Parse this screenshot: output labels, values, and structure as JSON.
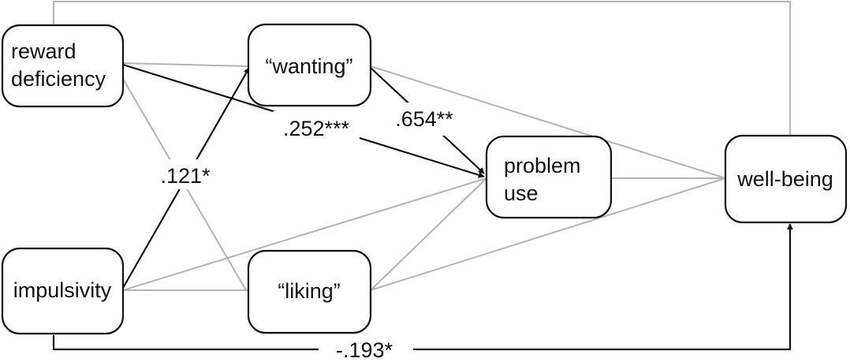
{
  "nodes": {
    "reward_deficiency": {
      "line1": "reward",
      "line2": "deficiency"
    },
    "wanting": {
      "label": "“wanting”"
    },
    "problem_use": {
      "line1": "problem",
      "line2": "use"
    },
    "well_being": {
      "label": "well-being"
    },
    "impulsivity": {
      "label": "impulsivity"
    },
    "liking": {
      "label": "“liking”"
    }
  },
  "paths": {
    "impulsivity_to_wanting": ".121*",
    "reward_deficiency_to_problem_use": ".252***",
    "wanting_to_problem_use": ".654**",
    "impulsivity_to_well_being": "-.193*"
  },
  "colors": {
    "significant_path": "#111111",
    "nonsignificant_path": "#b3b3b3"
  }
}
